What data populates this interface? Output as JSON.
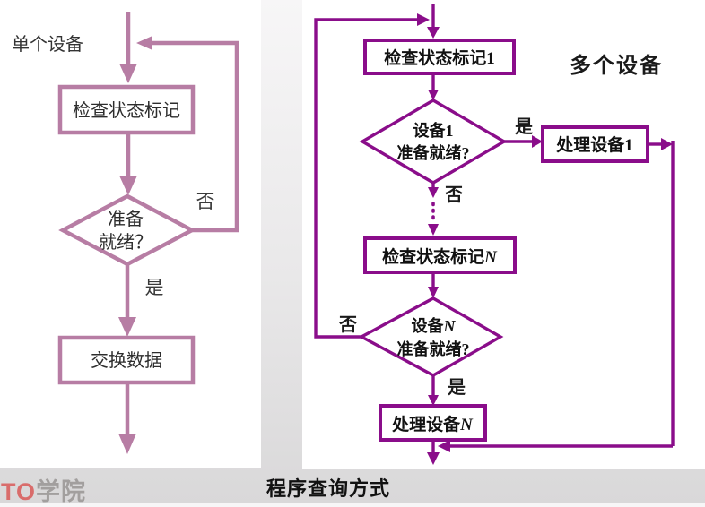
{
  "footer": {
    "logo_accent": "TO",
    "logo_rest": "学院",
    "title": "程序查询方式"
  },
  "left_chart": {
    "title": "单个设备",
    "nodes": {
      "check": "检查状态标记",
      "ready_line1": "准备",
      "ready_line2": "就绪？",
      "exchange": "交换数据"
    },
    "labels": {
      "no": "否",
      "yes": "是"
    }
  },
  "right_chart": {
    "title": "多个设备",
    "nodes": {
      "check1": "检查状态标记1",
      "dev1_line1": "设备1",
      "dev1_line2": "准备就绪?",
      "process1": "处理设备1",
      "checkN_prefix": "检查状态标记",
      "checkN_var": "N",
      "devN_prefix": "设备",
      "devN_var": "N",
      "devN_line2": "准备就绪?",
      "processN_prefix": "处理设备",
      "processN_var": "N"
    },
    "labels": {
      "yes1": "是",
      "no1": "否",
      "noN": "否",
      "yesN": "是"
    }
  },
  "colors": {
    "left_line": "#b77da4",
    "right_line": "#8a0d8a",
    "text": "#1a1a1a",
    "logo_accent": "#d96c6b",
    "logo_gray": "#a29f9e",
    "page_background": "#dcdbdc"
  }
}
